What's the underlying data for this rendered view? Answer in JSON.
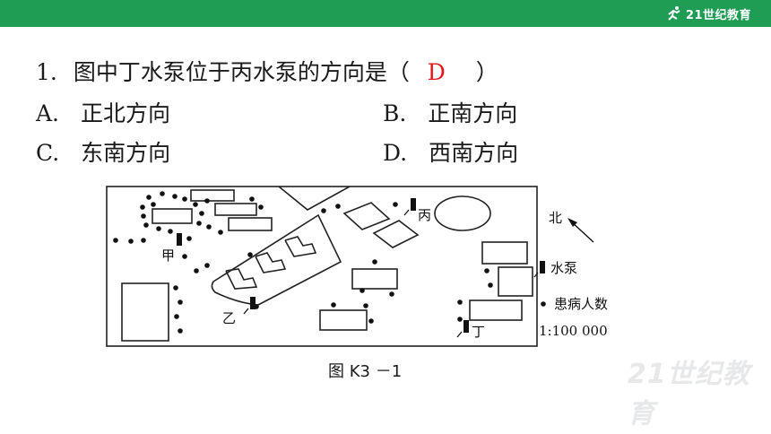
{
  "header": {
    "logo_text": "21世纪教育",
    "bar_color": "#1f9d55"
  },
  "question": {
    "number": "1.",
    "stem": "图中丁水泵位于丙水泵的方向是（",
    "answer": "D",
    "close": "）",
    "options": [
      {
        "letter": "A.",
        "text": "正北方向"
      },
      {
        "letter": "B.",
        "text": "正南方向"
      },
      {
        "letter": "C.",
        "text": "东南方向"
      },
      {
        "letter": "D.",
        "text": "西南方向"
      }
    ]
  },
  "figure": {
    "labels": {
      "jia": "甲",
      "yi": "乙",
      "bing": "丙",
      "ding": "丁"
    },
    "north": "北",
    "legend": {
      "pump": "水泵",
      "patients": "患病人数",
      "scale": "1:100 000"
    },
    "caption": "图 K3 －1"
  },
  "watermark": "21世纪教育"
}
